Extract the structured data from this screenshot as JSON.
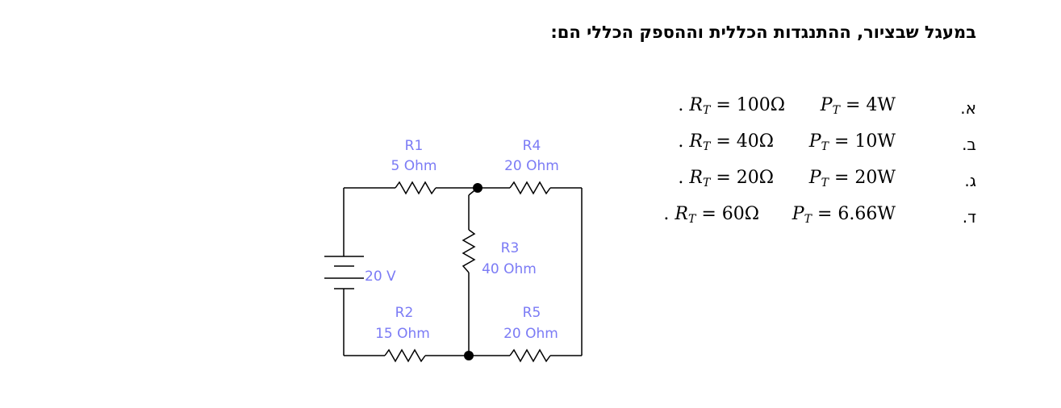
{
  "question": {
    "text": "במעגל שבציור, ההתנגדות הכללית וההספק הכללי הם:"
  },
  "options": [
    {
      "letter": "א.",
      "p_value": "4W",
      "r_value": "100Ω"
    },
    {
      "letter": "ב.",
      "p_value": "10W",
      "r_value": "40Ω"
    },
    {
      "letter": "ג.",
      "p_value": "20W",
      "r_value": "20Ω"
    },
    {
      "letter": "ד.",
      "p_value": "6.66W",
      "r_value": "60Ω"
    }
  ],
  "variables": {
    "p_symbol": "P",
    "r_symbol": "R",
    "subscript": "T",
    "equals": "=",
    "prefix": "."
  },
  "circuit": {
    "label_color": "#7b7bf5",
    "r1": {
      "name": "R1",
      "value": "5 Ohm"
    },
    "r2": {
      "name": "R2",
      "value": "15 Ohm"
    },
    "r3": {
      "name": "R3",
      "value": "40 Ohm"
    },
    "r4": {
      "name": "R4",
      "value": "20 Ohm"
    },
    "r5": {
      "name": "R5",
      "value": "20 Ohm"
    },
    "battery": {
      "value": "20 V"
    }
  }
}
